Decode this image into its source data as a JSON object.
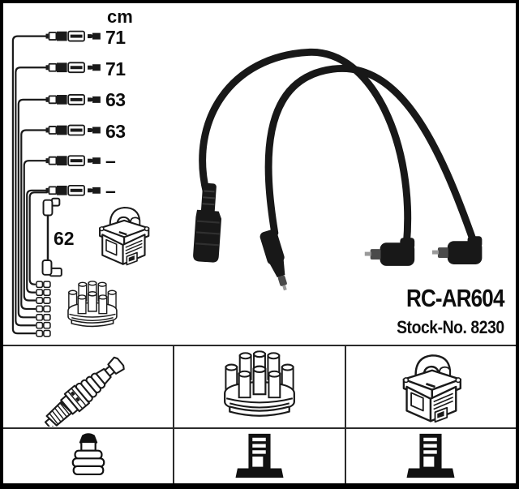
{
  "meta": {
    "part_number": "RC-AR604",
    "stock_label": "Stock-No. 8230"
  },
  "measurements": {
    "unit": "cm",
    "rows": [
      {
        "value": "71"
      },
      {
        "value": "71"
      },
      {
        "value": "63"
      },
      {
        "value": "63"
      },
      {
        "value": "–"
      },
      {
        "value": "–"
      }
    ],
    "coil_wire": {
      "value": "62"
    }
  },
  "diagram": {
    "cable_rows": 6,
    "distributor_terminals": 7,
    "photo_cables": 2
  },
  "parts_grid": {
    "row1": [
      {
        "icon": "spark-plug-icon"
      },
      {
        "icon": "distributor-cap-icon"
      },
      {
        "icon": "ignition-coil-icon"
      }
    ],
    "row2": [
      {
        "icon": "spark-plug-boot-icon"
      },
      {
        "icon": "coil-terminal-icon"
      },
      {
        "icon": "coil-terminal-icon"
      }
    ]
  },
  "colors": {
    "ink": "#1a1a1a",
    "cable_black": "#181818",
    "frame": "#000000",
    "grid_line": "#2b2b2b",
    "background": "#ffffff"
  }
}
